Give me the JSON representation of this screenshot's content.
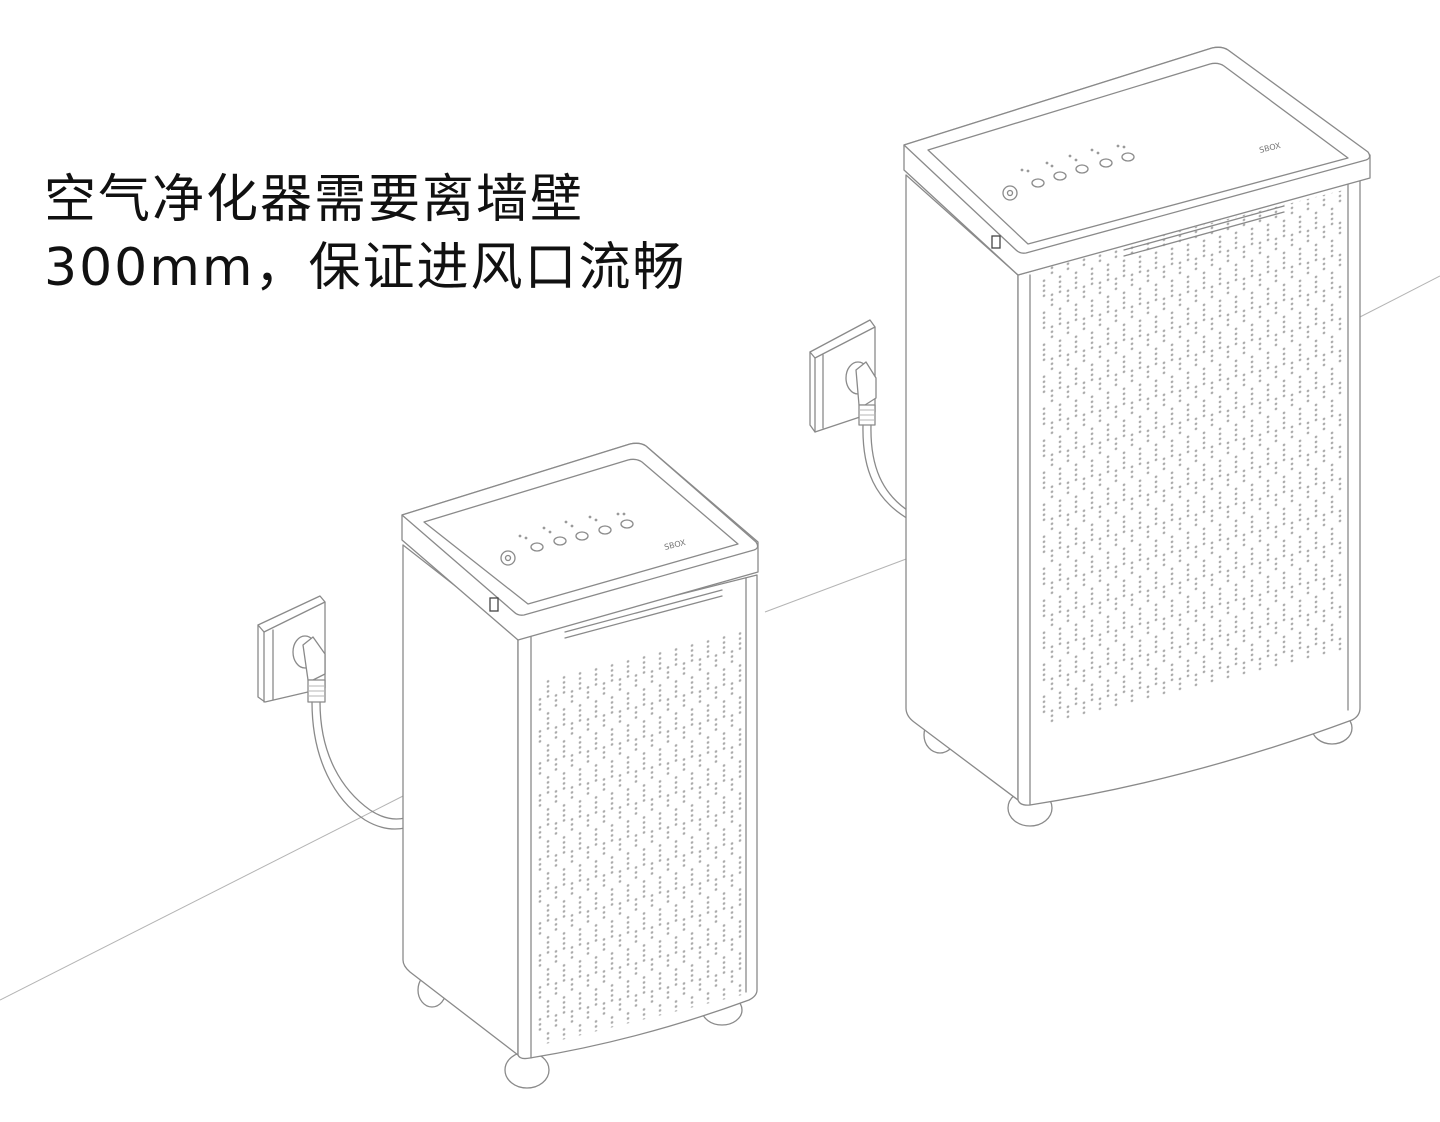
{
  "headline": {
    "line1": "空气净化器需要离墙壁",
    "line2": "300mm，保证进风口流畅"
  },
  "illustration": {
    "subject": "air-purifier-wall-clearance",
    "units": [
      {
        "name": "near-unit",
        "logo": "SBOX"
      },
      {
        "name": "far-unit",
        "logo": "SBOX"
      }
    ],
    "line_color": "#8a8a8a",
    "background": "#ffffff"
  }
}
